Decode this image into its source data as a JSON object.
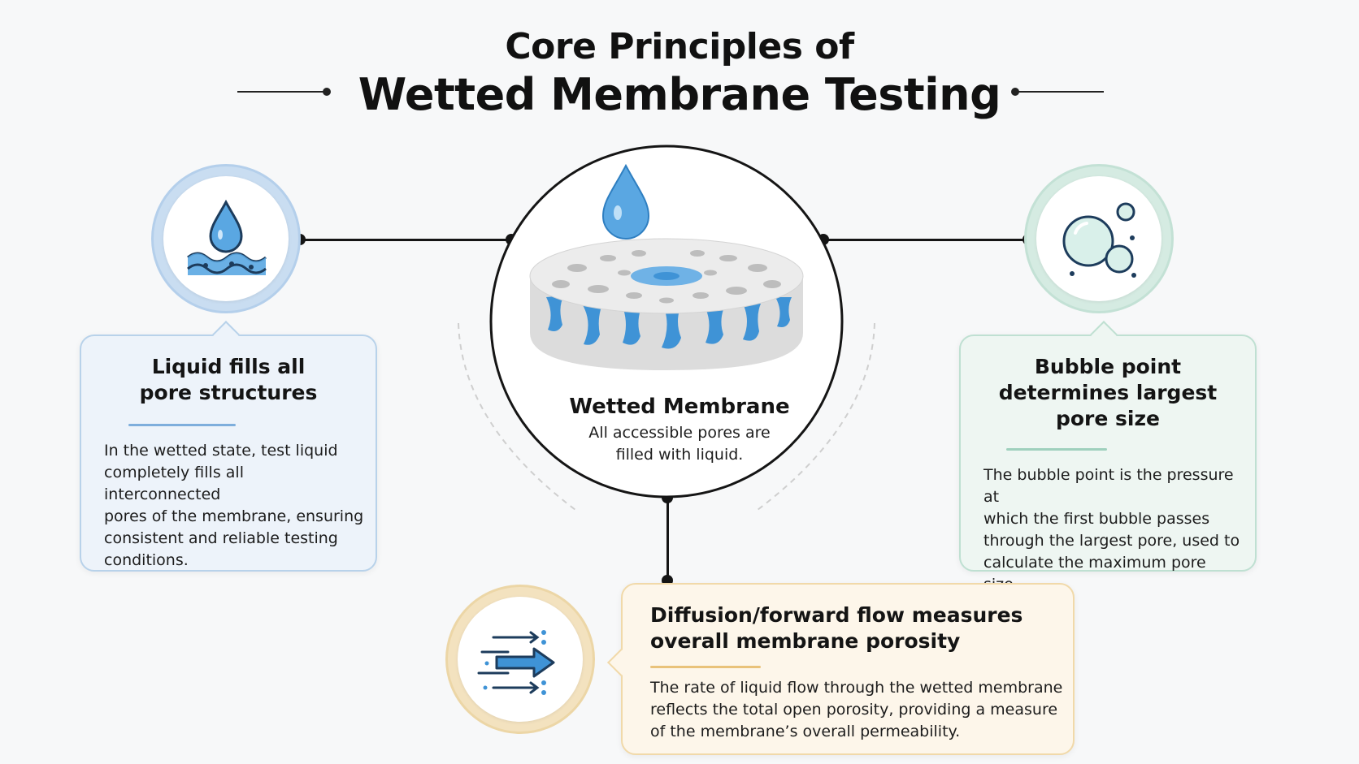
{
  "header": {
    "title_line1": "Core Principles of",
    "title_line2": "Wetted Membrane Testing"
  },
  "center": {
    "title": "Wetted Membrane",
    "description_line1": "All accessible pores are",
    "description_line2": "filled with liquid.",
    "icon": "wetted-membrane-disc-icon"
  },
  "principles": [
    {
      "id": "liquid-fill",
      "title_line1": "Liquid fills all",
      "title_line2": "pore structures",
      "body": [
        "In the wetted state, test liquid",
        "completely fills all interconnected",
        "pores of the membrane, ensuring",
        "consistent and reliable testing",
        "conditions."
      ],
      "icon": "water-drop-waves-icon",
      "accent": "#7eaedc"
    },
    {
      "id": "bubble-point",
      "title_line1": "Bubble point",
      "title_line2": "determines largest",
      "title_line3": "pore size",
      "body": [
        "The bubble point is the pressure at",
        "which the first bubble passes",
        "through the largest pore, used to",
        "calculate the maximum pore size."
      ],
      "icon": "bubbles-icon",
      "accent": "#9fd0bd"
    },
    {
      "id": "diffusion-flow",
      "title_line1": "Diffusion/forward flow measures",
      "title_line2": "overall membrane porosity",
      "body": [
        "The rate of liquid flow through the wetted membrane",
        "reflects the total open porosity, providing a measure",
        "of the membrane’s overall permeability."
      ],
      "icon": "flow-arrows-icon",
      "accent": "#e9c27a"
    }
  ],
  "colors": {
    "water_blue": "#3f93d6",
    "line": "#151515"
  }
}
